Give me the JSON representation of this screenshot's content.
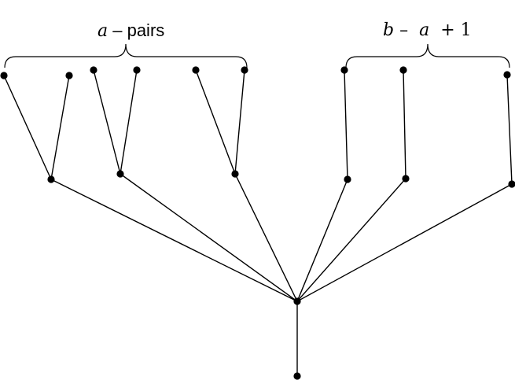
{
  "labels": {
    "left": {
      "var": "a",
      "rest": " – pairs"
    },
    "right": {
      "var1": "b",
      "mid": " –  ",
      "var2": "a",
      "rest": "  + 1"
    }
  },
  "colors": {
    "ink": "#000000",
    "background": "#ffffff"
  }
}
